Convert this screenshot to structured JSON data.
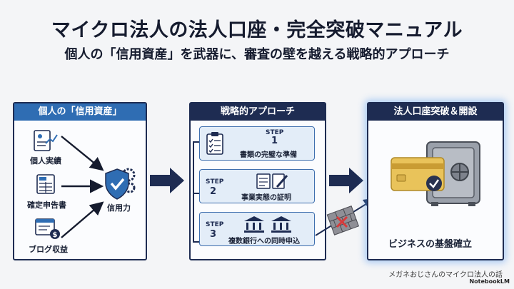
{
  "title": "マイクロ法人の法人口座・完全突破マニュアル",
  "subtitle": "個人の「信用資産」を武器に、審査の壁を越える戦略的アプローチ",
  "panel_left": {
    "header": "個人の「信用資産」",
    "items": [
      {
        "label": "個人実績",
        "icon": "performance-report-icon"
      },
      {
        "label": "確定申告書",
        "icon": "tax-return-form-icon"
      },
      {
        "label": "ブログ収益",
        "icon": "blog-revenue-icon"
      }
    ],
    "result": {
      "label": "信用力",
      "icon": "shield-check-gear-icon"
    }
  },
  "panel_middle": {
    "header": "戦略的アプローチ",
    "steps": [
      {
        "word": "STEP",
        "number": "1",
        "label": "書類の完璧な準備",
        "icon": "clipboard-checklist-icon"
      },
      {
        "word": "STEP",
        "number": "2",
        "label": "事業実態の証明",
        "icon": "document-pen-icon"
      },
      {
        "word": "STEP",
        "number": "3",
        "label": "複数銀行への同時申込",
        "icon": "bank-buildings-icon"
      }
    ]
  },
  "panel_right": {
    "header": "法人口座突破＆開設",
    "label": "ビジネスの基盤確立",
    "icon": "safe-card-check-icon"
  },
  "obstacle_icon": "brick-wall-blocked-icon",
  "colors": {
    "navy": "#1e2c52",
    "blue": "#2f6db3",
    "step_fill": "#e3edf8",
    "gold": "#e9c35a"
  },
  "footer": {
    "credit": "メガネおじさんのマイクロ法人の話",
    "logo": "NotebookLM"
  }
}
